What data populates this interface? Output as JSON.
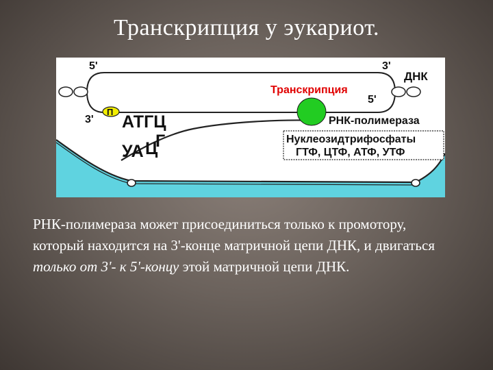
{
  "title": "Транскрипция у эукариот.",
  "diagram": {
    "label_5prime_top": "5'",
    "label_3prime_top": "3'",
    "label_dna": "ДНК",
    "label_transcription": "Транскрипция",
    "label_5prime_mid": "5'",
    "label_3prime_left": "3'",
    "label_promoter": "П",
    "seq_dna": "АТГЦ",
    "seq_rna_1": "УА",
    "seq_rna_2": "Ц",
    "seq_rna_3": "Г",
    "label_polymerase": "РНК-полимераза",
    "ntp_title": "Нуклеозидтрифосфаты",
    "ntp_list": "ГТФ, ЦТФ, АТФ, УТФ",
    "colors": {
      "polymerase": "#22cc22",
      "promoter": "#f2ee00",
      "transcription_text": "#e00000",
      "cytoplasm": "#5fd3e0"
    }
  },
  "caption": {
    "part1": "РНК-полимераза может присоединиться только к промотору, который находится на 3'-конце матричной цепи ДНК, и двигаться ",
    "italic": "только от 3'- к 5'-концу",
    "part2": " этой матричной цепи ДНК."
  }
}
